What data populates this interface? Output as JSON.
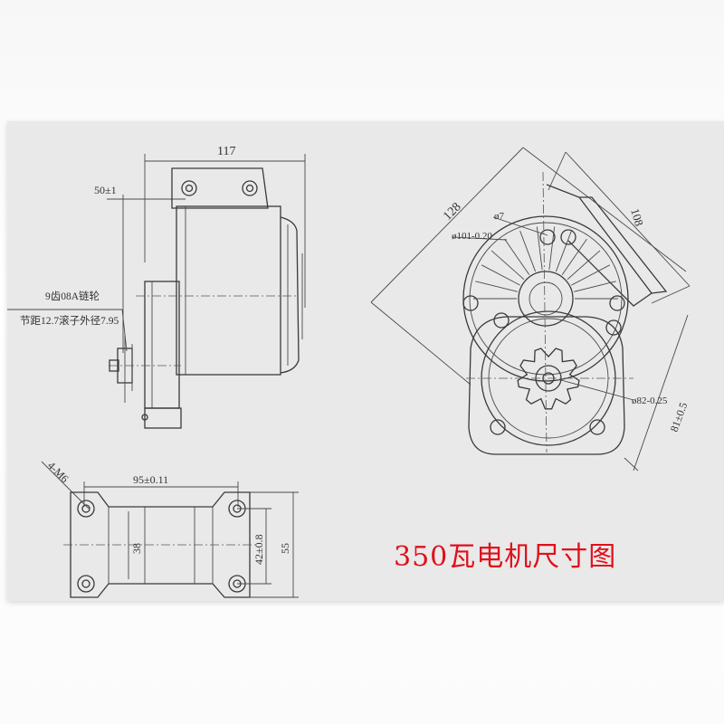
{
  "caption": "350瓦电机尺寸图",
  "side_view": {
    "length": "117",
    "shaft_offset": "50±1",
    "sprocket_line1": "9齿08A链轮",
    "sprocket_line2": "节距12.7滚子外径7.95"
  },
  "front_view": {
    "diagonal": "128",
    "mount_span": "108",
    "hole_dia": "ø7",
    "bolt_circle": "ø101-0.20",
    "pilot_dia": "ø82-0.25",
    "center_height": "81±0.5"
  },
  "base_view": {
    "holes": "4-M6",
    "hole_span": "95±0.11",
    "rib_width": "38",
    "hole_pitch": "42±0.8",
    "overall_width": "55"
  }
}
